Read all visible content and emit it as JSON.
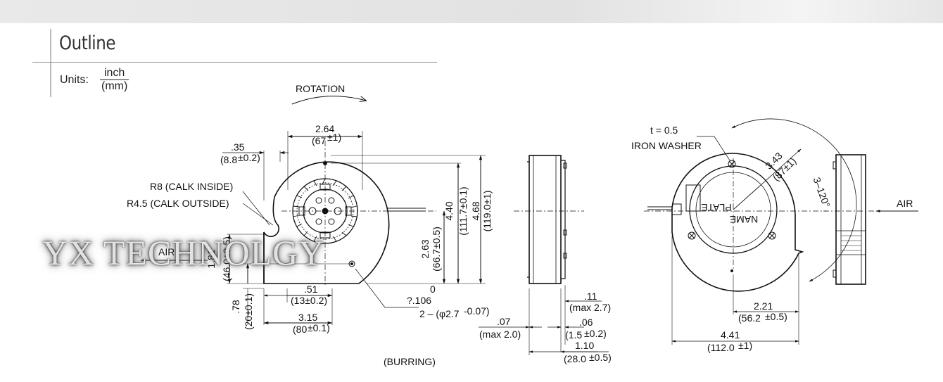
{
  "header": {
    "title": "Outline",
    "units_label": "Units:",
    "units_top": "inch",
    "units_bottom": "(mm)"
  },
  "front_view": {
    "rotation_label": "ROTATION",
    "width_top_in": "2.64",
    "width_top_mm": "(67",
    "width_top_tol": "±1)",
    "top_offset_in": ".35",
    "top_offset_mm": "(8.8",
    "top_offset_tol": "±0.2)",
    "r8_label": "R8 (CALK INSIDE)",
    "r45_label": "R4.5  (CALK OUTSIDE)",
    "air_label": "AIR",
    "height_181_in": "1.81",
    "height_181_mm": "(46.0±0.5)",
    "height_263_in": "2.63",
    "height_263_mm": "(66.7±0.5)",
    "height_440_in": "4.40",
    "height_440_mm": "(111.7±0.1)",
    "height_468_in": "4.68",
    "height_468_mm": "(119.0±1)",
    "zero_label": "0",
    "dim_051_in": ".51",
    "dim_051_mm": "(13±0.2)",
    "hole_in": "?.106",
    "hole_mm": "2 – (φ2.7",
    "hole_tol": "-0.07)",
    "dim_078_in": ".78",
    "dim_078_mm": "(20±0.1)",
    "width_315_in": "3.15",
    "width_315_mm": "(80",
    "width_315_tol": "±0.1)",
    "burring_label": "(BURRING)"
  },
  "side_view": {
    "dim_007_in": ".07",
    "dim_007_mm": "(max 2.0)",
    "dim_011_in": ".11",
    "dim_011_mm": "(max 2.7)",
    "dim_006_in": ".06",
    "dim_006_mm": "(1.5",
    "dim_006_tol": "±0.2)",
    "dim_110_in": "1.10",
    "dim_110_mm": "(28.0",
    "dim_110_tol": "±0.5)"
  },
  "rear_view": {
    "t_label": "t = 0.5",
    "washer_label": "IRON WASHER",
    "dia_in": "3.43",
    "dia_mm": "(87±1)",
    "angle_label": "3–120°",
    "plate_label": "PLATE",
    "name_label": "NAME",
    "dim_221_in": "2.21",
    "dim_221_mm": "(56.2",
    "dim_221_tol": "±0.5)",
    "dim_441_in": "4.41",
    "dim_441_mm": "(112.0",
    "dim_441_tol": "±1)"
  },
  "rear_side_view": {
    "air_label": "AIR"
  },
  "watermark": "YX TECHNOLGY"
}
